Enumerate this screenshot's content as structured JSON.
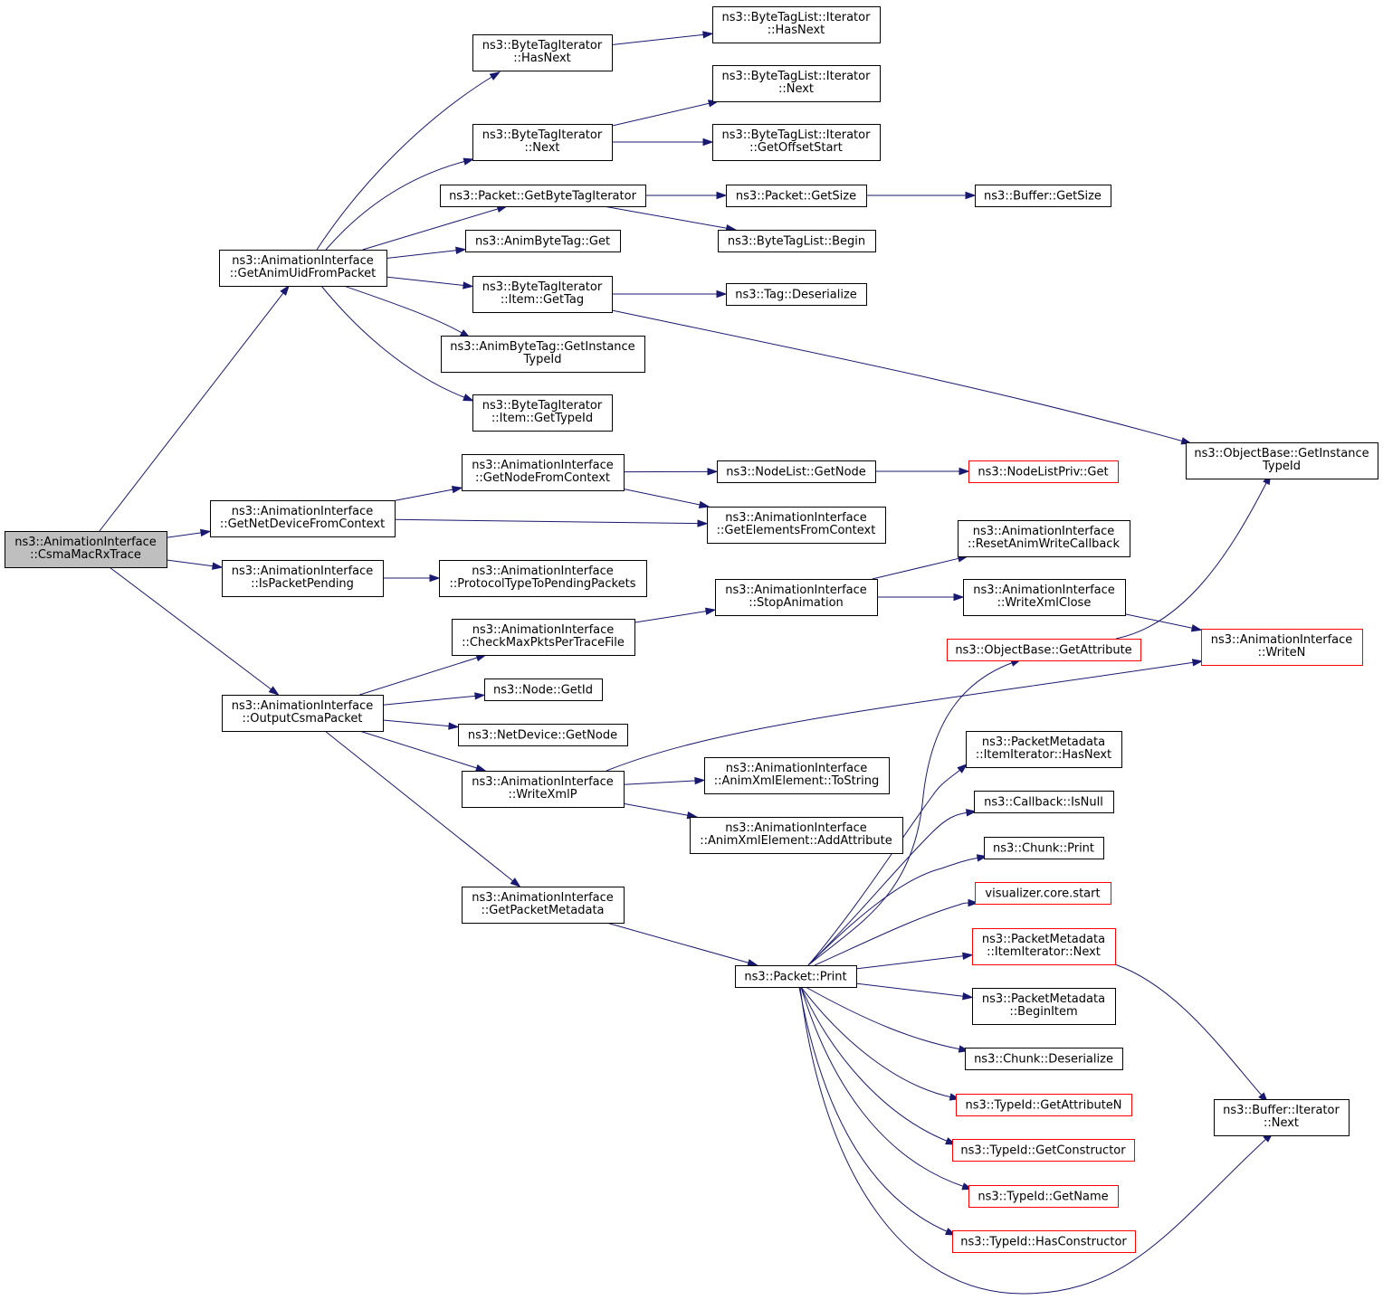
{
  "colors": {
    "edge": "#191970",
    "root_fill": "#bfbfbf",
    "truncated_border": "#ff0000",
    "node_border": "#000000"
  },
  "nodes": [
    {
      "id": "n0",
      "lines": [
        "ns3::AnimationInterface",
        "::CsmaMacRxTrace"
      ],
      "root": true
    },
    {
      "id": "n1",
      "lines": [
        "ns3::AnimationInterface",
        "::GetAnimUidFromPacket"
      ]
    },
    {
      "id": "n2",
      "lines": [
        "ns3::AnimationInterface",
        "::GetNetDeviceFromContext"
      ]
    },
    {
      "id": "n3",
      "lines": [
        "ns3::AnimationInterface",
        "::IsPacketPending"
      ]
    },
    {
      "id": "n4",
      "lines": [
        "ns3::AnimationInterface",
        "::OutputCsmaPacket"
      ]
    },
    {
      "id": "n5",
      "lines": [
        "ns3::ByteTagIterator",
        "::HasNext"
      ]
    },
    {
      "id": "n6",
      "lines": [
        "ns3::ByteTagIterator",
        "::Next"
      ]
    },
    {
      "id": "n7",
      "lines": [
        "ns3::Packet::GetByteTagIterator"
      ]
    },
    {
      "id": "n8",
      "lines": [
        "ns3::AnimByteTag::Get"
      ]
    },
    {
      "id": "n9",
      "lines": [
        "ns3::ByteTagIterator",
        "::Item::GetTag"
      ]
    },
    {
      "id": "n10",
      "lines": [
        "ns3::AnimByteTag::GetInstance",
        "TypeId"
      ]
    },
    {
      "id": "n11",
      "lines": [
        "ns3::ByteTagIterator",
        "::Item::GetTypeId"
      ]
    },
    {
      "id": "n12",
      "lines": [
        "ns3::ByteTagList::Iterator",
        "::HasNext"
      ]
    },
    {
      "id": "n13",
      "lines": [
        "ns3::ByteTagList::Iterator",
        "::Next"
      ]
    },
    {
      "id": "n14",
      "lines": [
        "ns3::ByteTagList::Iterator",
        "::GetOffsetStart"
      ]
    },
    {
      "id": "n15",
      "lines": [
        "ns3::Packet::GetSize"
      ]
    },
    {
      "id": "n16",
      "lines": [
        "ns3::ByteTagList::Begin"
      ]
    },
    {
      "id": "n17",
      "lines": [
        "ns3::Buffer::GetSize"
      ]
    },
    {
      "id": "n18",
      "lines": [
        "ns3::Tag::Deserialize"
      ]
    },
    {
      "id": "n19",
      "lines": [
        "ns3::ObjectBase::GetInstance",
        "TypeId"
      ]
    },
    {
      "id": "n20",
      "lines": [
        "ns3::AnimationInterface",
        "::GetNodeFromContext"
      ]
    },
    {
      "id": "n21",
      "lines": [
        "ns3::NodeList::GetNode"
      ]
    },
    {
      "id": "n22",
      "lines": [
        "ns3::NodeListPriv::Get"
      ],
      "truncated": true
    },
    {
      "id": "n23",
      "lines": [
        "ns3::AnimationInterface",
        "::GetElementsFromContext"
      ]
    },
    {
      "id": "n24",
      "lines": [
        "ns3::AnimationInterface",
        "::ProtocolTypeToPendingPackets"
      ]
    },
    {
      "id": "n25",
      "lines": [
        "ns3::AnimationInterface",
        "::CheckMaxPktsPerTraceFile"
      ]
    },
    {
      "id": "n26",
      "lines": [
        "ns3::Node::GetId"
      ]
    },
    {
      "id": "n27",
      "lines": [
        "ns3::NetDevice::GetNode"
      ]
    },
    {
      "id": "n28",
      "lines": [
        "ns3::AnimationInterface",
        "::WriteXmlP"
      ]
    },
    {
      "id": "n29",
      "lines": [
        "ns3::AnimationInterface",
        "::GetPacketMetadata"
      ]
    },
    {
      "id": "n30",
      "lines": [
        "ns3::AnimationInterface",
        "::StopAnimation"
      ]
    },
    {
      "id": "n31",
      "lines": [
        "ns3::AnimationInterface",
        "::ResetAnimWriteCallback"
      ]
    },
    {
      "id": "n32",
      "lines": [
        "ns3::AnimationInterface",
        "::WriteXmlClose"
      ]
    },
    {
      "id": "n33",
      "lines": [
        "ns3::AnimationInterface",
        "::WriteN"
      ],
      "truncated": true
    },
    {
      "id": "n34",
      "lines": [
        "ns3::ObjectBase::GetAttribute"
      ],
      "truncated": true
    },
    {
      "id": "n35",
      "lines": [
        "ns3::AnimationInterface",
        "::AnimXmlElement::ToString"
      ]
    },
    {
      "id": "n36",
      "lines": [
        "ns3::AnimationInterface",
        "::AnimXmlElement::AddAttribute"
      ]
    },
    {
      "id": "n37",
      "lines": [
        "ns3::Packet::Print"
      ]
    },
    {
      "id": "n38",
      "lines": [
        "ns3::PacketMetadata",
        "::ItemIterator::HasNext"
      ]
    },
    {
      "id": "n39",
      "lines": [
        "ns3::Callback::IsNull"
      ]
    },
    {
      "id": "n40",
      "lines": [
        "ns3::Chunk::Print"
      ]
    },
    {
      "id": "n41",
      "lines": [
        "visualizer.core.start"
      ],
      "truncated": true
    },
    {
      "id": "n42",
      "lines": [
        "ns3::PacketMetadata",
        "::ItemIterator::Next"
      ],
      "truncated": true
    },
    {
      "id": "n43",
      "lines": [
        "ns3::PacketMetadata",
        "::BeginItem"
      ]
    },
    {
      "id": "n44",
      "lines": [
        "ns3::Chunk::Deserialize"
      ]
    },
    {
      "id": "n45",
      "lines": [
        "ns3::TypeId::GetAttributeN"
      ],
      "truncated": true
    },
    {
      "id": "n46",
      "lines": [
        "ns3::TypeId::GetConstructor"
      ],
      "truncated": true
    },
    {
      "id": "n47",
      "lines": [
        "ns3::TypeId::GetName"
      ],
      "truncated": true
    },
    {
      "id": "n48",
      "lines": [
        "ns3::TypeId::HasConstructor"
      ],
      "truncated": true
    },
    {
      "id": "n49",
      "lines": [
        "ns3::Buffer::Iterator",
        "::Next"
      ]
    }
  ],
  "edges": [
    [
      "n0",
      "n1"
    ],
    [
      "n0",
      "n2"
    ],
    [
      "n0",
      "n3"
    ],
    [
      "n0",
      "n4"
    ],
    [
      "n1",
      "n5"
    ],
    [
      "n1",
      "n6"
    ],
    [
      "n1",
      "n7"
    ],
    [
      "n1",
      "n8"
    ],
    [
      "n1",
      "n9"
    ],
    [
      "n1",
      "n10"
    ],
    [
      "n1",
      "n11"
    ],
    [
      "n5",
      "n12"
    ],
    [
      "n6",
      "n13"
    ],
    [
      "n6",
      "n14"
    ],
    [
      "n7",
      "n15"
    ],
    [
      "n7",
      "n16"
    ],
    [
      "n15",
      "n17"
    ],
    [
      "n9",
      "n18"
    ],
    [
      "n9",
      "n19"
    ],
    [
      "n2",
      "n20"
    ],
    [
      "n2",
      "n23"
    ],
    [
      "n20",
      "n21"
    ],
    [
      "n20",
      "n23"
    ],
    [
      "n21",
      "n22"
    ],
    [
      "n3",
      "n24"
    ],
    [
      "n4",
      "n25"
    ],
    [
      "n4",
      "n26"
    ],
    [
      "n4",
      "n27"
    ],
    [
      "n4",
      "n28"
    ],
    [
      "n4",
      "n29"
    ],
    [
      "n25",
      "n30"
    ],
    [
      "n30",
      "n31"
    ],
    [
      "n30",
      "n32"
    ],
    [
      "n32",
      "n33"
    ],
    [
      "n28",
      "n33"
    ],
    [
      "n28",
      "n35"
    ],
    [
      "n28",
      "n36"
    ],
    [
      "n29",
      "n37"
    ],
    [
      "n37",
      "n34"
    ],
    [
      "n37",
      "n38"
    ],
    [
      "n37",
      "n39"
    ],
    [
      "n37",
      "n40"
    ],
    [
      "n37",
      "n41"
    ],
    [
      "n37",
      "n42"
    ],
    [
      "n37",
      "n43"
    ],
    [
      "n37",
      "n44"
    ],
    [
      "n37",
      "n45"
    ],
    [
      "n37",
      "n46"
    ],
    [
      "n37",
      "n47"
    ],
    [
      "n37",
      "n48"
    ],
    [
      "n37",
      "n49"
    ],
    [
      "n34",
      "n19"
    ],
    [
      "n42",
      "n49"
    ]
  ]
}
